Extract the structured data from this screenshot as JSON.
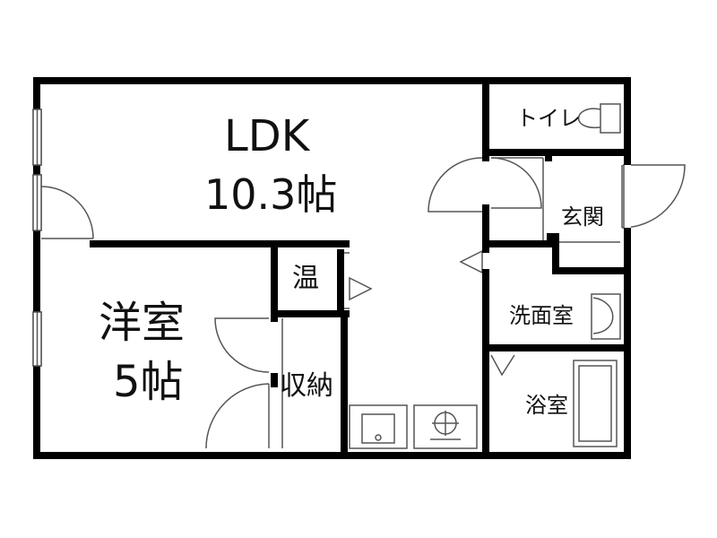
{
  "floorplan": {
    "ldk": {
      "name": "LDK",
      "size": "10.3帖"
    },
    "western_room": {
      "name": "洋室",
      "size": "5帖"
    },
    "water_heater": "温",
    "storage": "収納",
    "toilet": "トイレ",
    "entrance": "玄関",
    "washroom": "洗面室",
    "bathroom": "浴室"
  },
  "colors": {
    "wall": "#000000",
    "line": "#555555",
    "background": "#ffffff"
  }
}
